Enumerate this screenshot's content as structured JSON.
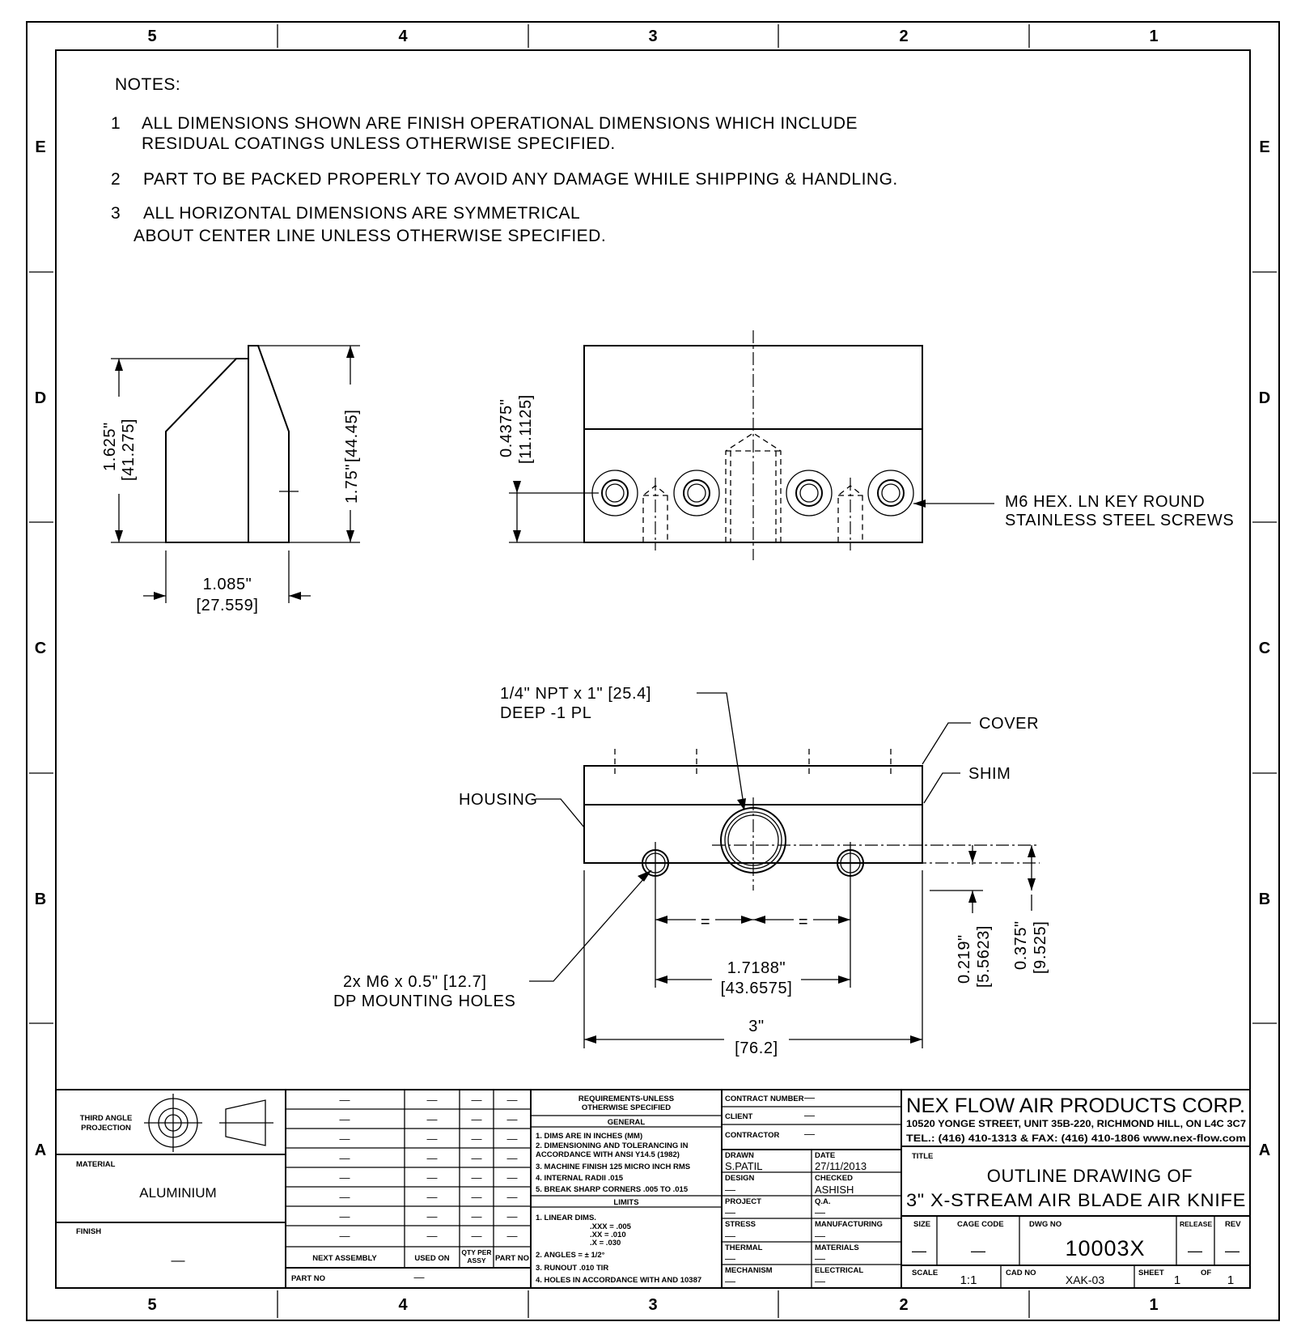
{
  "zones": {
    "columns": [
      "5",
      "4",
      "3",
      "2",
      "1"
    ],
    "rows": [
      "E",
      "D",
      "C",
      "B",
      "A"
    ]
  },
  "notes": {
    "heading": "NOTES:",
    "items": [
      {
        "num": "1",
        "line1": "ALL DIMENSIONS SHOWN ARE FINISH OPERATIONAL DIMENSIONS WHICH INCLUDE",
        "line2": "RESIDUAL COATINGS UNLESS OTHERWISE SPECIFIED."
      },
      {
        "num": "2",
        "line1": "PART TO BE PACKED PROPERLY TO AVOID ANY DAMAGE WHILE SHIPPING & HANDLING.",
        "line2": ""
      },
      {
        "num": "3",
        "line1": "ALL HORIZONTAL DIMENSIONS ARE SYMMETRICAL",
        "line2": "ABOUT CENTER LINE UNLESS OTHERWISE SPECIFIED."
      }
    ]
  },
  "side_view": {
    "height_in": "1.625\"",
    "height_mm": "[41.275]",
    "total_in": "1.75\"",
    "total_mm": "[44.45]",
    "width_in": "1.085\"",
    "width_mm": "[27.559]"
  },
  "front_view": {
    "dim_in": "0.4375\"",
    "dim_mm": "[11.1125]",
    "screw_label_1": "M6 HEX. LN KEY ROUND",
    "screw_label_2": "STAINLESS STEEL SCREWS"
  },
  "bottom_view": {
    "npt_1": "1/4\" NPT x 1\" [25.4]",
    "npt_2": "DEEP -1 PL",
    "cover": "COVER",
    "shim": "SHIM",
    "housing": "HOUSING",
    "equal": "=",
    "mount_1": "2x M6 x 0.5\" [12.7]",
    "mount_2": "DP MOUNTING HOLES",
    "spacing_in": "1.7188\"",
    "spacing_mm": "[43.6575]",
    "length_in": "3\"",
    "length_mm": "[76.2]",
    "offset1_in": "0.219\"",
    "offset1_mm": "[5.5623]",
    "offset2_in": "0.375\"",
    "offset2_mm": "[9.525]"
  },
  "title_block": {
    "projection_1": "THIRD ANGLE",
    "projection_2": "PROJECTION",
    "material_label": "MATERIAL",
    "material": "ALUMINIUM",
    "finish_label": "FINISH",
    "finish": "—",
    "dash": "—",
    "next_assembly": "NEXT ASSEMBLY",
    "used_on": "USED ON",
    "qty_1": "QTY PER",
    "qty_2": "ASSY",
    "part_no": "PART NO",
    "part_no_label": "PART NO",
    "req_1": "REQUIREMENTS-UNLESS",
    "req_2": "OTHERWISE SPECIFIED",
    "general": "GENERAL",
    "gen": [
      "1. DIMS ARE IN INCHES (MM)",
      "2. DIMENSIONING AND TOLERANCING IN",
      "    ACCORDANCE WITH ANSI Y14.5 (1982)",
      "3. MACHINE FINISH 125 MICRO INCH RMS",
      "4. INTERNAL RADII .015",
      "5. BREAK SHARP CORNERS .005 TO .015"
    ],
    "limits": "LIMITS",
    "lim": [
      "1. LINEAR DIMS.",
      ".XXX = .005",
      ".XX  = .010",
      ".X    = .030",
      "2. ANGLES  = ± 1/2°",
      "3. RUNOUT .010 TIR",
      "4. HOLES IN ACCORDANCE WITH AND 10387"
    ],
    "contract_number": "CONTRACT NUMBER",
    "client": "CLIENT",
    "contractor": "CONTRACTOR",
    "drawn": "DRAWN",
    "drawn_by": "S.PATIL",
    "date": "DATE",
    "date_val": "27/11/2013",
    "design": "DESIGN",
    "checked": "CHECKED",
    "checked_by": "ASHISH",
    "project": "PROJECT",
    "qa": "Q.A.",
    "stress": "STRESS",
    "manufacturing": "MANUFACTURING",
    "thermal": "THERMAL",
    "materials": "MATERIALS",
    "mechanism": "MECHANISM",
    "electrical": "ELECTRICAL",
    "company": "NEX FLOW AIR PRODUCTS CORP.",
    "address": "10520 YONGE STREET, UNIT 35B-220, RICHMOND HILL, ON L4C 3C7",
    "contact": "TEL.: (416) 410-1313 & FAX: (416) 410-1806 www.nex-flow.com",
    "title_label": "TITLE",
    "title_1": "OUTLINE DRAWING OF",
    "title_2": "3\" X-STREAM AIR BLADE AIR KNIFE",
    "size": "SIZE",
    "cage_code": "CAGE CODE",
    "dwg_no_label": "DWG NO",
    "dwg_no": "10003X",
    "release": "RELEASE",
    "rev": "REV",
    "scale_label": "SCALE",
    "scale": "1:1",
    "cad_no_label": "CAD NO",
    "cad_no": "XAK-03",
    "sheet_label": "SHEET",
    "sheet": "1",
    "of_label": "OF",
    "of": "1"
  }
}
